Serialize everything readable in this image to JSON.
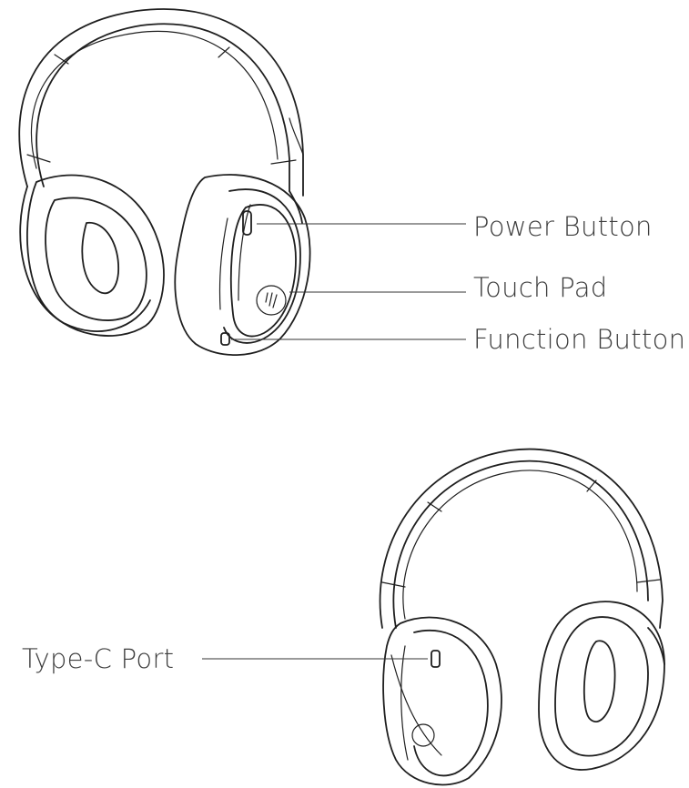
{
  "labels": {
    "power_button": "Power Button",
    "touch_pad": "Touch Pad",
    "function_button": "Function Button",
    "type_c_port": "Type-C Port"
  },
  "colors": {
    "line": "#1f1f1f",
    "text": "#3d3d3d",
    "background": "#ffffff"
  }
}
